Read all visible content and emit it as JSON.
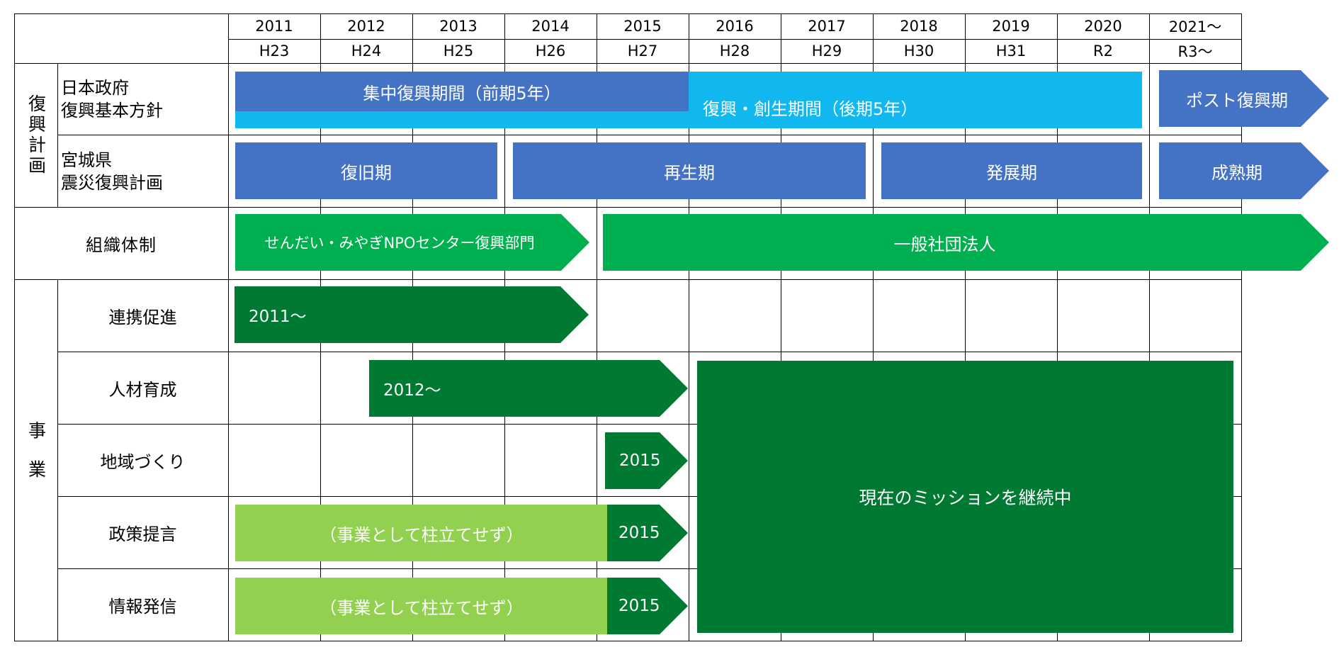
{
  "header": {
    "years": [
      {
        "year": "2011",
        "era": "H23"
      },
      {
        "year": "2012",
        "era": "H24"
      },
      {
        "year": "2013",
        "era": "H25"
      },
      {
        "year": "2014",
        "era": "H26"
      },
      {
        "year": "2015",
        "era": "H27"
      },
      {
        "year": "2016",
        "era": "H28"
      },
      {
        "year": "2017",
        "era": "H29"
      },
      {
        "year": "2018",
        "era": "H30"
      },
      {
        "year": "2019",
        "era": "H31"
      },
      {
        "year": "2020",
        "era": "R2"
      },
      {
        "year": "2021〜",
        "era": "R3〜"
      }
    ]
  },
  "rows": {
    "fukko_keikaku_group": "復興計画",
    "gov_line1": "日本政府",
    "gov_line2": "復興基本方針",
    "miyagi_line1": "宮城県",
    "miyagi_line2": "震災復興計画",
    "soshiki": "組織体制",
    "jigyo_group": "事業",
    "renkei": "連携促進",
    "jinzai": "人材育成",
    "chiiki": "地域づくり",
    "seisaku": "政策提言",
    "joho": "情報発信"
  },
  "bars": {
    "shuchu": "集中復興期間（前期5年）",
    "sosei": "復興・創生期間（後期5年）",
    "post": "ポスト復興期",
    "fukkyu": "復旧期",
    "saisei": "再生期",
    "hatten": "発展期",
    "seijuku": "成熟期",
    "npo": "せんだい・みやぎNPOセンター復興部門",
    "ippan": "一般社団法人",
    "renkei_start": "2011〜",
    "jinzai_start": "2012〜",
    "chiiki_start": "2015",
    "seisaku_none": "（事業として柱立てせず）",
    "seisaku_start": "2015",
    "joho_none": "（事業として柱立てせず）",
    "joho_start": "2015",
    "continuing": "現在のミッションを継続中"
  },
  "colors": {
    "blue": "#4472c4",
    "cyan": "#11b8f0",
    "green": "#00b050",
    "dark_green": "#007a33",
    "light_green": "#92d050"
  }
}
